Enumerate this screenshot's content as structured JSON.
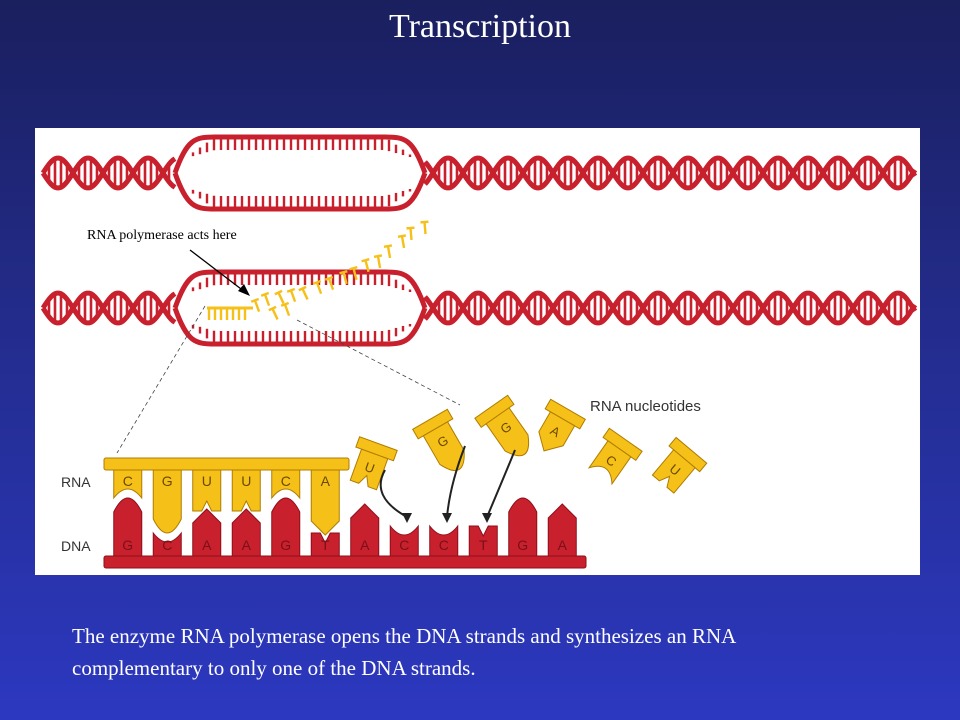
{
  "slide": {
    "title": "Transcription",
    "caption_line1": "The enzyme RNA polymerase opens the DNA strands and synthesizes an RNA",
    "caption_line2": "complementary to only one of the DNA strands."
  },
  "diagram": {
    "annotation": "RNA polymerase acts here",
    "nucleotides_label": "RNA  nucleotides",
    "rna_row_label": "RNA",
    "dna_row_label": "DNA",
    "rna_bases": [
      "C",
      "G",
      "U",
      "U",
      "C",
      "A"
    ],
    "dna_bases": [
      "G",
      "C",
      "A",
      "A",
      "G",
      "T",
      "A",
      "C",
      "C",
      "T",
      "G",
      "A"
    ],
    "incoming_nucleotides": [
      "U",
      "G",
      "G",
      "A",
      "C",
      "U"
    ]
  },
  "colors": {
    "dna_red": "#c8202c",
    "rna_yellow": "#f5c018",
    "background_top": "#1a1f5e",
    "background_bottom": "#2c38c0"
  }
}
